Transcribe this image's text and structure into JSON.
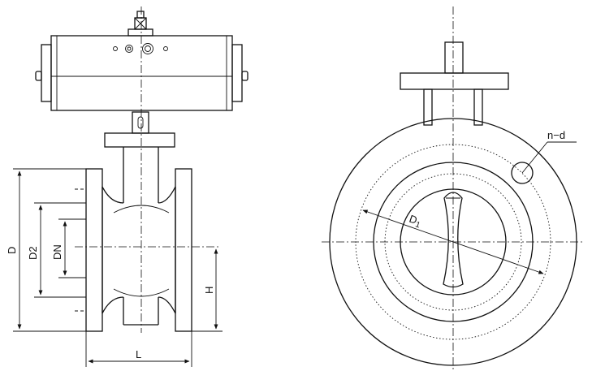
{
  "labels": {
    "D": "D",
    "D2": "D2",
    "DN": "DN",
    "H": "H",
    "L": "L",
    "D1_main": "D",
    "D1_sub": "1",
    "nd": "n−d"
  }
}
